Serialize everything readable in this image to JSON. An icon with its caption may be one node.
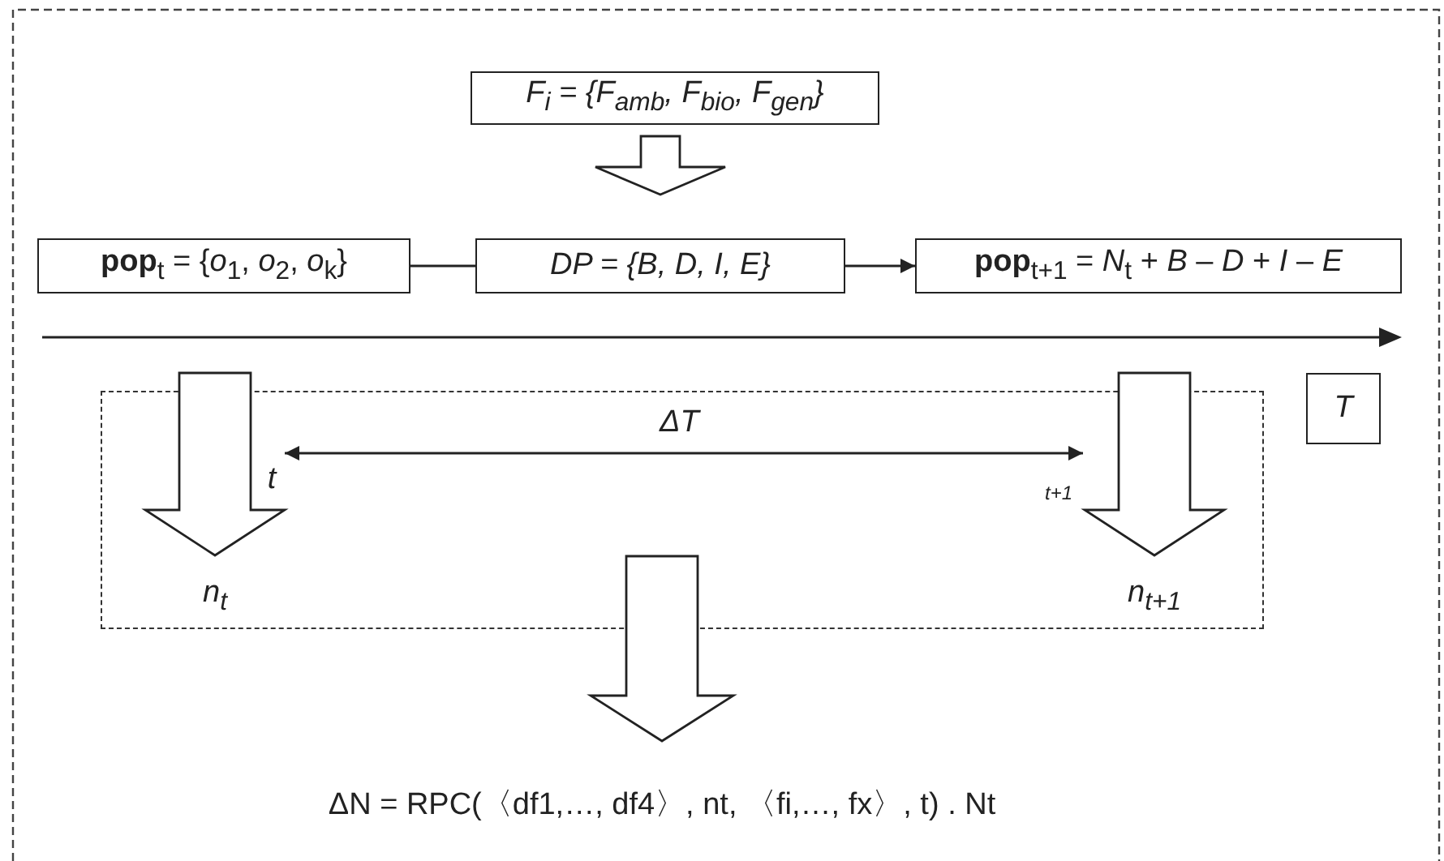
{
  "diagram": {
    "nodes": [
      {
        "text": [
          "F$_{i}$ = {F$_{amb}$, F$_{bio}$, F$_{gen}$}"
        ]
      },
      {
        "text": [
          "**pop**$_{t}$ = {*o*$_{1}$, *o*$_{2}$, *o*$_{k}$}"
        ]
      },
      {
        "text": [
          "DP = {B, D, I, E}"
        ]
      },
      {
        "text": [
          "**pop**$_{t+1}$ = *N*$_{t}$ + *B* – *D* + *I* – *E*"
        ]
      },
      {
        "text": [
          "T"
        ]
      },
      {
        "text": [],
        "shape": "box"
      },
      {
        "text": [
          "t"
        ],
        "in": 5
      },
      {
        "text": [
          "t+1"
        ],
        "in": 5
      },
      {
        "text": [
          "n$_{t}$"
        ],
        "in": 5
      },
      {
        "text": [
          "n$_{t+1}$"
        ],
        "in": 5
      },
      {
        "text": [
          "ΔN = RPC(〈df1,…, df4〉, nt, 〈fi,…, fx〉, t) . Nt"
        ]
      }
    ],
    "edges": [
      {
        "from": 0,
        "to": 2,
        "arrow": "to",
        "style": "thick"
      },
      {
        "from": 1,
        "to": 2,
        "arrow": "none"
      },
      {
        "from": 2,
        "to": 3,
        "arrow": "to"
      },
      {
        "from": 6,
        "to": 7,
        "arrow": "both",
        "label": "ΔT"
      },
      {
        "from": null,
        "to": 8,
        "arrow": "to",
        "style": "thick"
      },
      {
        "from": null,
        "to": 9,
        "arrow": "to",
        "style": "thick"
      },
      {
        "from": 5,
        "to": 10,
        "arrow": "to",
        "style": "thick"
      }
    ]
  }
}
